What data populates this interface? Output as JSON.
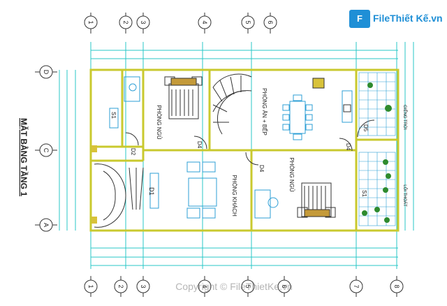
{
  "drawing": {
    "title": "MẶT BẰNG TẦNG 1",
    "grid_top": [
      "1",
      "2",
      "3",
      "4",
      "5",
      "6"
    ],
    "grid_bottom": [
      "1",
      "2",
      "3",
      "4",
      "5",
      "6",
      "7",
      "8"
    ],
    "grid_left": [
      "D",
      "C",
      "A"
    ],
    "rooms": {
      "bedroom_top": "PHÒNG NGỦ",
      "dining_kitchen": "PHÒNG ĂN + BẾP",
      "bedroom_bottom": "PHÒNG NGỦ",
      "living": "PHÒNG KHÁCH",
      "right_top": "GIẾNG TRỜI",
      "right_bottom": "LỐI THOÁT"
    },
    "doors": [
      "D2",
      "D4",
      "D4",
      "D4",
      "D1",
      "D5"
    ],
    "windows": [
      "S1",
      "S1"
    ]
  },
  "logo": {
    "text_a": "File",
    "text_b": "Thiết Kế",
    "text_c": ".vn",
    "mark": "F"
  },
  "watermark": "Copyright © FileThietKe.vn",
  "colors": {
    "wall": "#c9c92e",
    "dimension": "#28c7c7",
    "furniture": "#2e9fd6",
    "grid": "#333333",
    "plant": "#2e8b2e"
  }
}
